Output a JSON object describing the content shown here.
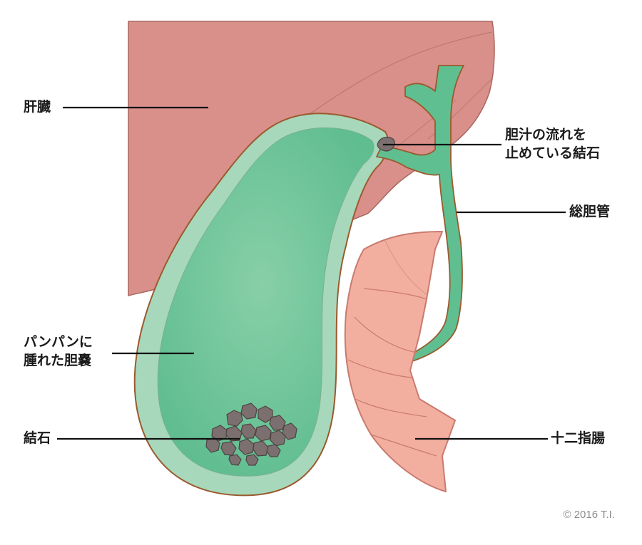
{
  "labels": {
    "liver": "肝臓",
    "blocking_stone_line1": "胆汁の流れを",
    "blocking_stone_line2": "止めている結石",
    "common_bile_duct": "総胆管",
    "swollen_gallbladder_line1": "パンパンに",
    "swollen_gallbladder_line2": "腫れた胆嚢",
    "gallstones": "結石",
    "duodenum": "十二指腸"
  },
  "copyright": "© 2016 T.I.",
  "colors": {
    "liver": "#d9908a",
    "liver_outline": "#a9675f",
    "gallbladder_wall": "#a8d8bb",
    "gallbladder_inner": "#6cc49a",
    "outline": "#9a5a2e",
    "bile_duct": "#5fbf91",
    "duodenum": "#f2afa0",
    "duodenum_outline": "#c97a6e",
    "stone": "#7b6f6f"
  }
}
